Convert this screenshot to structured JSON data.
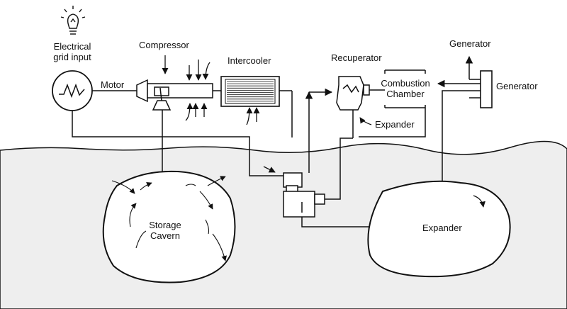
{
  "colors": {
    "ground": "#eeeeee",
    "sky": "#ffffff",
    "line": "#111111"
  },
  "labels": {
    "grid_input_line1": "Electrical",
    "grid_input_line2": "grid input",
    "motor": "Motor",
    "compressor": "Compressor",
    "intercooler": "Intercooler",
    "recuperator": "Recuperator",
    "combustion_line1": "Combustion",
    "combustion_line2": "Chamber",
    "expander_upper": "Expander",
    "generator_top": "Generator",
    "generator_side": "Generator",
    "storage_line1": "Storage",
    "storage_line2": "Cavern",
    "expander_lower": "Expander"
  },
  "icons": [
    "light-bulb-icon",
    "sine-wave-icon"
  ]
}
